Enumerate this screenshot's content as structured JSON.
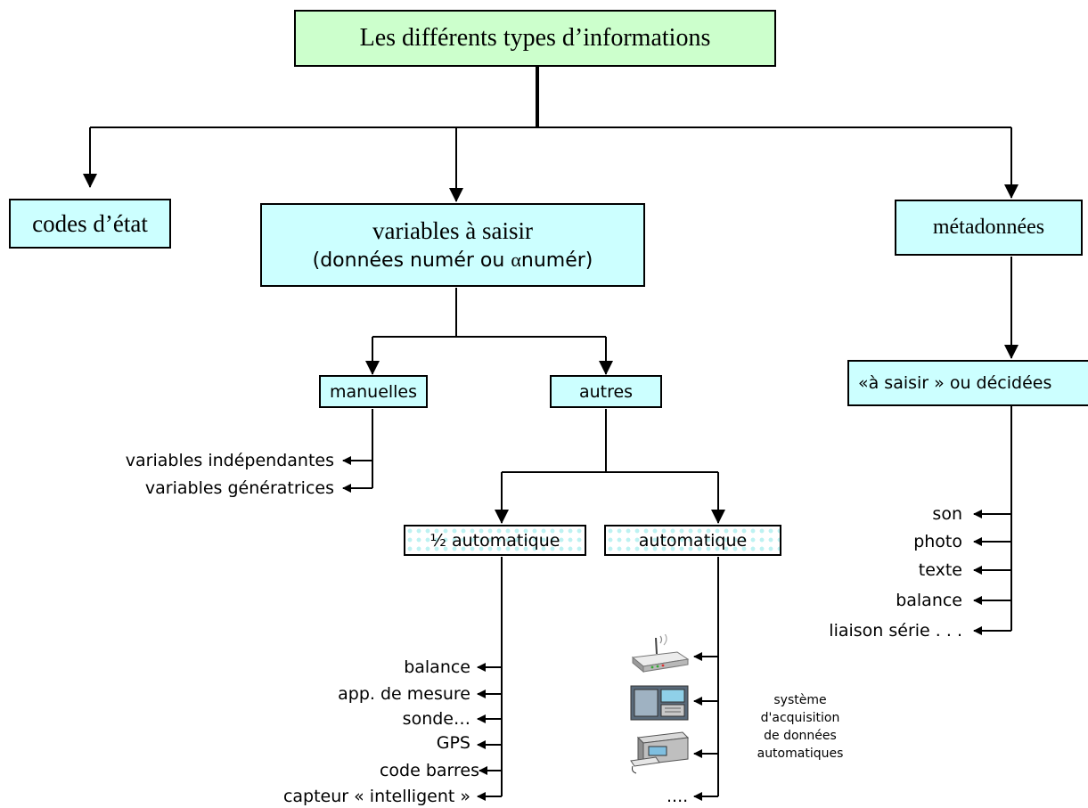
{
  "root": {
    "title": "Les différents types d’informations"
  },
  "level1": {
    "codes_etat": "codes d’état",
    "variables_title": "variables à saisir",
    "variables_sub_a": "(données numér ou ",
    "variables_alpha": "α",
    "variables_sub_b": "numér)",
    "metadonnees": "métadonnées"
  },
  "variables": {
    "manuelles": "manuelles",
    "autres": "autres",
    "manuelles_items": [
      "variables indépendantes",
      "variables génératrices"
    ],
    "demi_auto": "½ automatique",
    "automatique": "automatique",
    "demi_auto_items": [
      "balance",
      "app. de mesure",
      "sonde…",
      "GPS",
      "code barres",
      "capteur « intelligent »"
    ],
    "auto_note": [
      "système",
      "d'acquisition",
      "de données",
      "automatiques"
    ],
    "auto_last": "...."
  },
  "metadonnees": {
    "sub": "«à saisir » ou décidées",
    "items": [
      "son",
      "photo",
      "texte",
      "balance",
      "liaison série . . ."
    ]
  },
  "devices": [
    "wireless-transmitter-icon",
    "data-logger-icon",
    "acquisition-unit-icon"
  ],
  "colors": {
    "root_fill": "#ccffcc",
    "box_fill": "#ccffff",
    "dotted_fill": "#bdf2f2",
    "line": "#000000"
  }
}
